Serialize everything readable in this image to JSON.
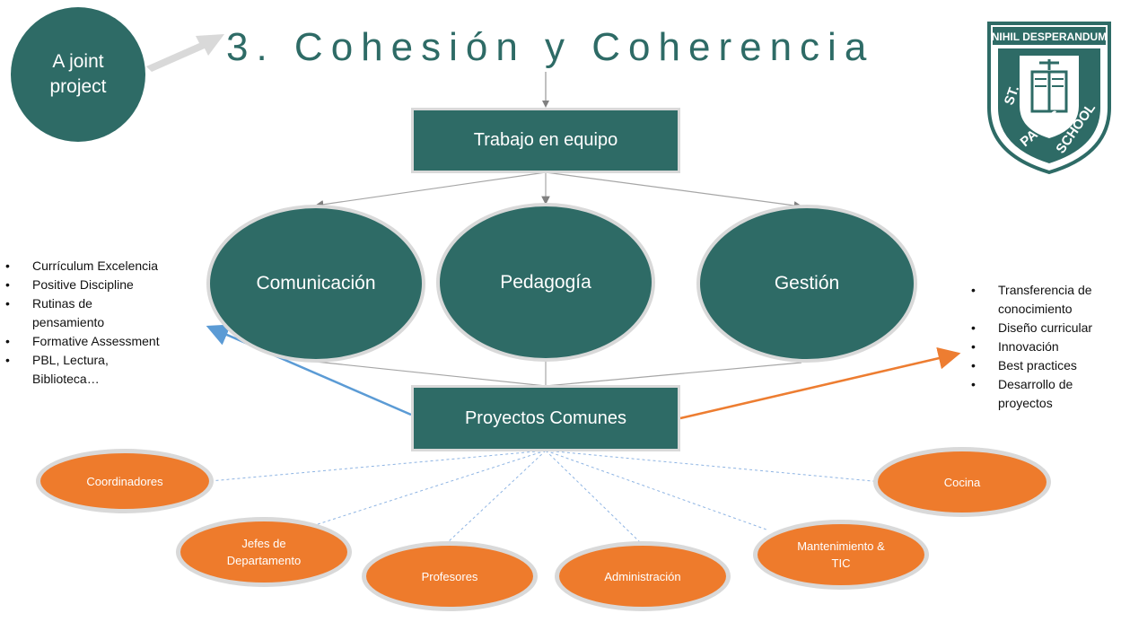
{
  "joint_project": "A joint project",
  "title": "3. Cohesión y Coherencia",
  "teamwork": "Trabajo en equipo",
  "pillars": [
    "Comunicación",
    "Pedagogía",
    "Gestión"
  ],
  "common_projects": "Proyectos Comunes",
  "left_list": [
    "Currículum Excelencia",
    "Positive Discipline",
    "Rutinas de pensamiento",
    "Formative Assessment",
    "PBL, Lectura, Biblioteca…"
  ],
  "right_list": [
    "Transferencia de conocimiento",
    "Diseño curricular",
    "Innovación",
    "Best practices",
    "Desarrollo de proyectos"
  ],
  "groups": [
    "Coordinadores",
    "Jefes de Departamento",
    "Profesores",
    "Administración",
    "Mantenimiento & TIC",
    "Cocina"
  ],
  "crest": {
    "motto": "NIHIL DESPERANDUM",
    "name": "ST. PAUL'S SCHOOL",
    "color": "#2e6b66"
  },
  "colors": {
    "teal": "#2e6b66",
    "orange": "#ee7b2c",
    "blue_arrow": "#5b9bd5",
    "orange_arrow": "#ed7d31",
    "connector": "#a6a6a6"
  }
}
